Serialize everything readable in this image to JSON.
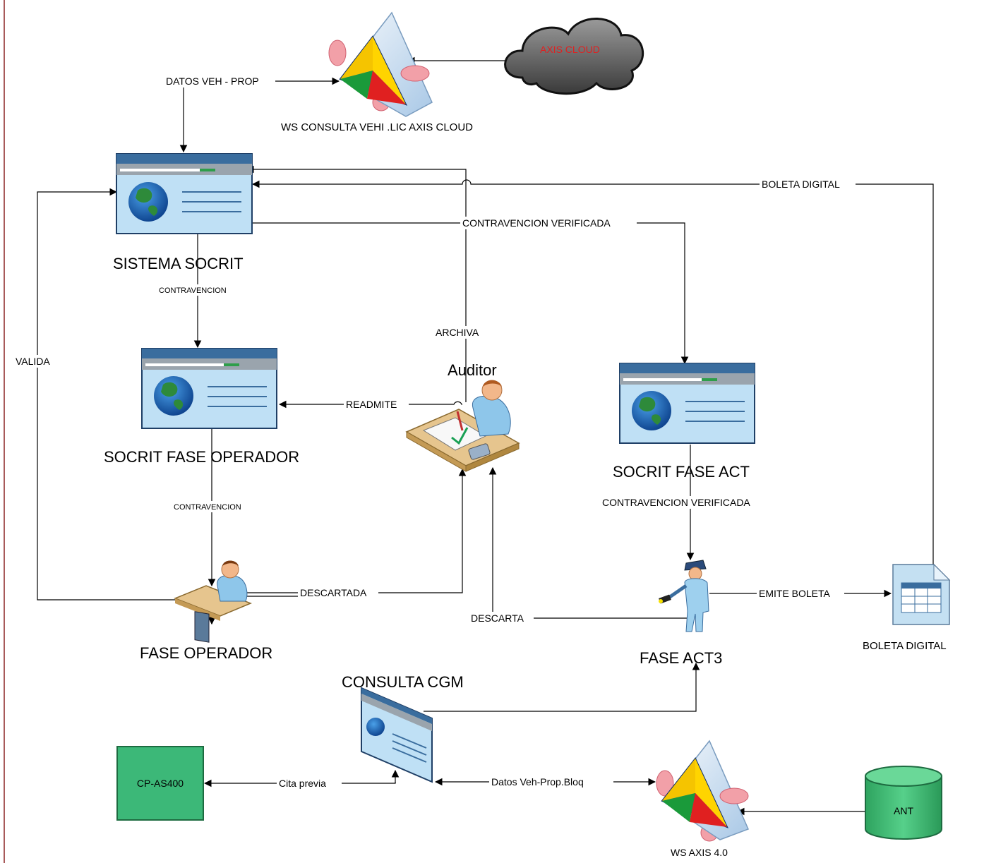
{
  "nodes": {
    "axis_cloud": {
      "label": "AXIS CLOUD"
    },
    "ws_axis_cloud": {
      "label": "WS CONSULTA VEHI .LIC AXIS CLOUD"
    },
    "sistema_socrit": {
      "label": "SISTEMA SOCRIT"
    },
    "socrit_operador": {
      "label": "SOCRIT FASE OPERADOR"
    },
    "auditor": {
      "label": "Auditor"
    },
    "socrit_act": {
      "label": "SOCRIT FASE ACT"
    },
    "fase_operador": {
      "label": "FASE OPERADOR"
    },
    "fase_act3": {
      "label": "FASE ACT3"
    },
    "boleta_digital": {
      "label": "BOLETA DIGITAL"
    },
    "consulta_cgm": {
      "label": "CONSULTA CGM"
    },
    "cp_as400": {
      "label": "CP-AS400"
    },
    "ws_axis_40": {
      "label": "WS AXIS 4.0"
    },
    "ant": {
      "label": "ANT"
    }
  },
  "edges": {
    "datos_veh_prop": "DATOS VEH - PROP",
    "boleta_digital": "BOLETA DIGITAL",
    "contravencion_verificada_top": "CONTRAVENCION VERIFICADA",
    "contravencion_1": "CONTRAVENCION",
    "archiva": "ARCHIVA",
    "valida": "VALIDA",
    "readmite": "READMITE",
    "contravencion_2": "CONTRAVENCION",
    "contravencion_verificada_act": "CONTRAVENCION VERIFICADA",
    "descartada": "DESCARTADA",
    "descarta": "DESCARTA",
    "emite_boleta": "EMITE BOLETA",
    "cita_previa": "Cita previa",
    "datos_veh_prop_bloq": "Datos Veh-Prop.Bloq"
  },
  "colors": {
    "cloud_text": "#e02020",
    "cp_as400_fill": "#3cb878",
    "ant_fill": "#3cb878",
    "window_header": "#3a6d9e",
    "window_body": "#bfe0f5",
    "progress_green": "#2e9e4a",
    "border_left": "#8b2323"
  }
}
